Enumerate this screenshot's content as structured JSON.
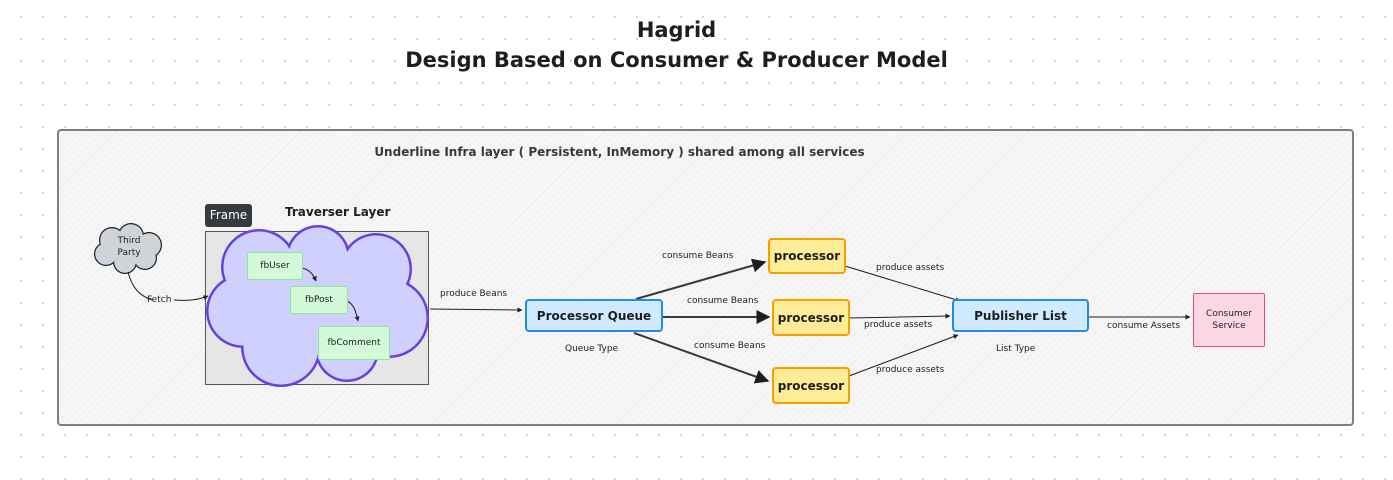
{
  "title": "Hagrid",
  "subtitle": "Design Based on Consumer & Producer Model",
  "infra_label": "Underline Infra layer ( Persistent, InMemory ) shared among all services",
  "frame": {
    "tag": "Frame",
    "title": "Traverser Layer",
    "nodes": [
      "fbUser",
      "fbPost",
      "fbComment"
    ]
  },
  "third_party": {
    "line1": "Third",
    "line2": "Party"
  },
  "processor_queue": {
    "label": "Processor Queue",
    "type_label": "Queue Type"
  },
  "processors": [
    "processor",
    "processor",
    "processor"
  ],
  "publisher_list": {
    "label": "Publisher List",
    "type_label": "List Type"
  },
  "consumer_service": {
    "line1": "Consumer",
    "line2": "Service"
  },
  "edge_labels": {
    "fetch": "Fetch",
    "produce_beans": "produce Beans",
    "consume_beans_top": "consume Beans",
    "consume_beans_mid": "consume Beans",
    "consume_beans_bot": "consume Beans",
    "produce_assets_top": "produce assets",
    "produce_assets_mid": "produce assets",
    "produce_assets_bot": "produce assets",
    "consume_assets": "consume Assets"
  },
  "colors": {
    "blue_fill": "#d0ebff",
    "blue_stroke": "#228be6",
    "processor_fill": "#ffec99",
    "processor_stroke": "#f59f00",
    "fb_fill": "#d3f9d8",
    "fb_stroke": "#8ce99a",
    "cloud_fill": "#d0d0ff",
    "cloud_stroke": "#6741d9",
    "consumer_fill": "#fcd6e5",
    "consumer_stroke": "#e64980",
    "third_party_fill": "#ced4da"
  }
}
